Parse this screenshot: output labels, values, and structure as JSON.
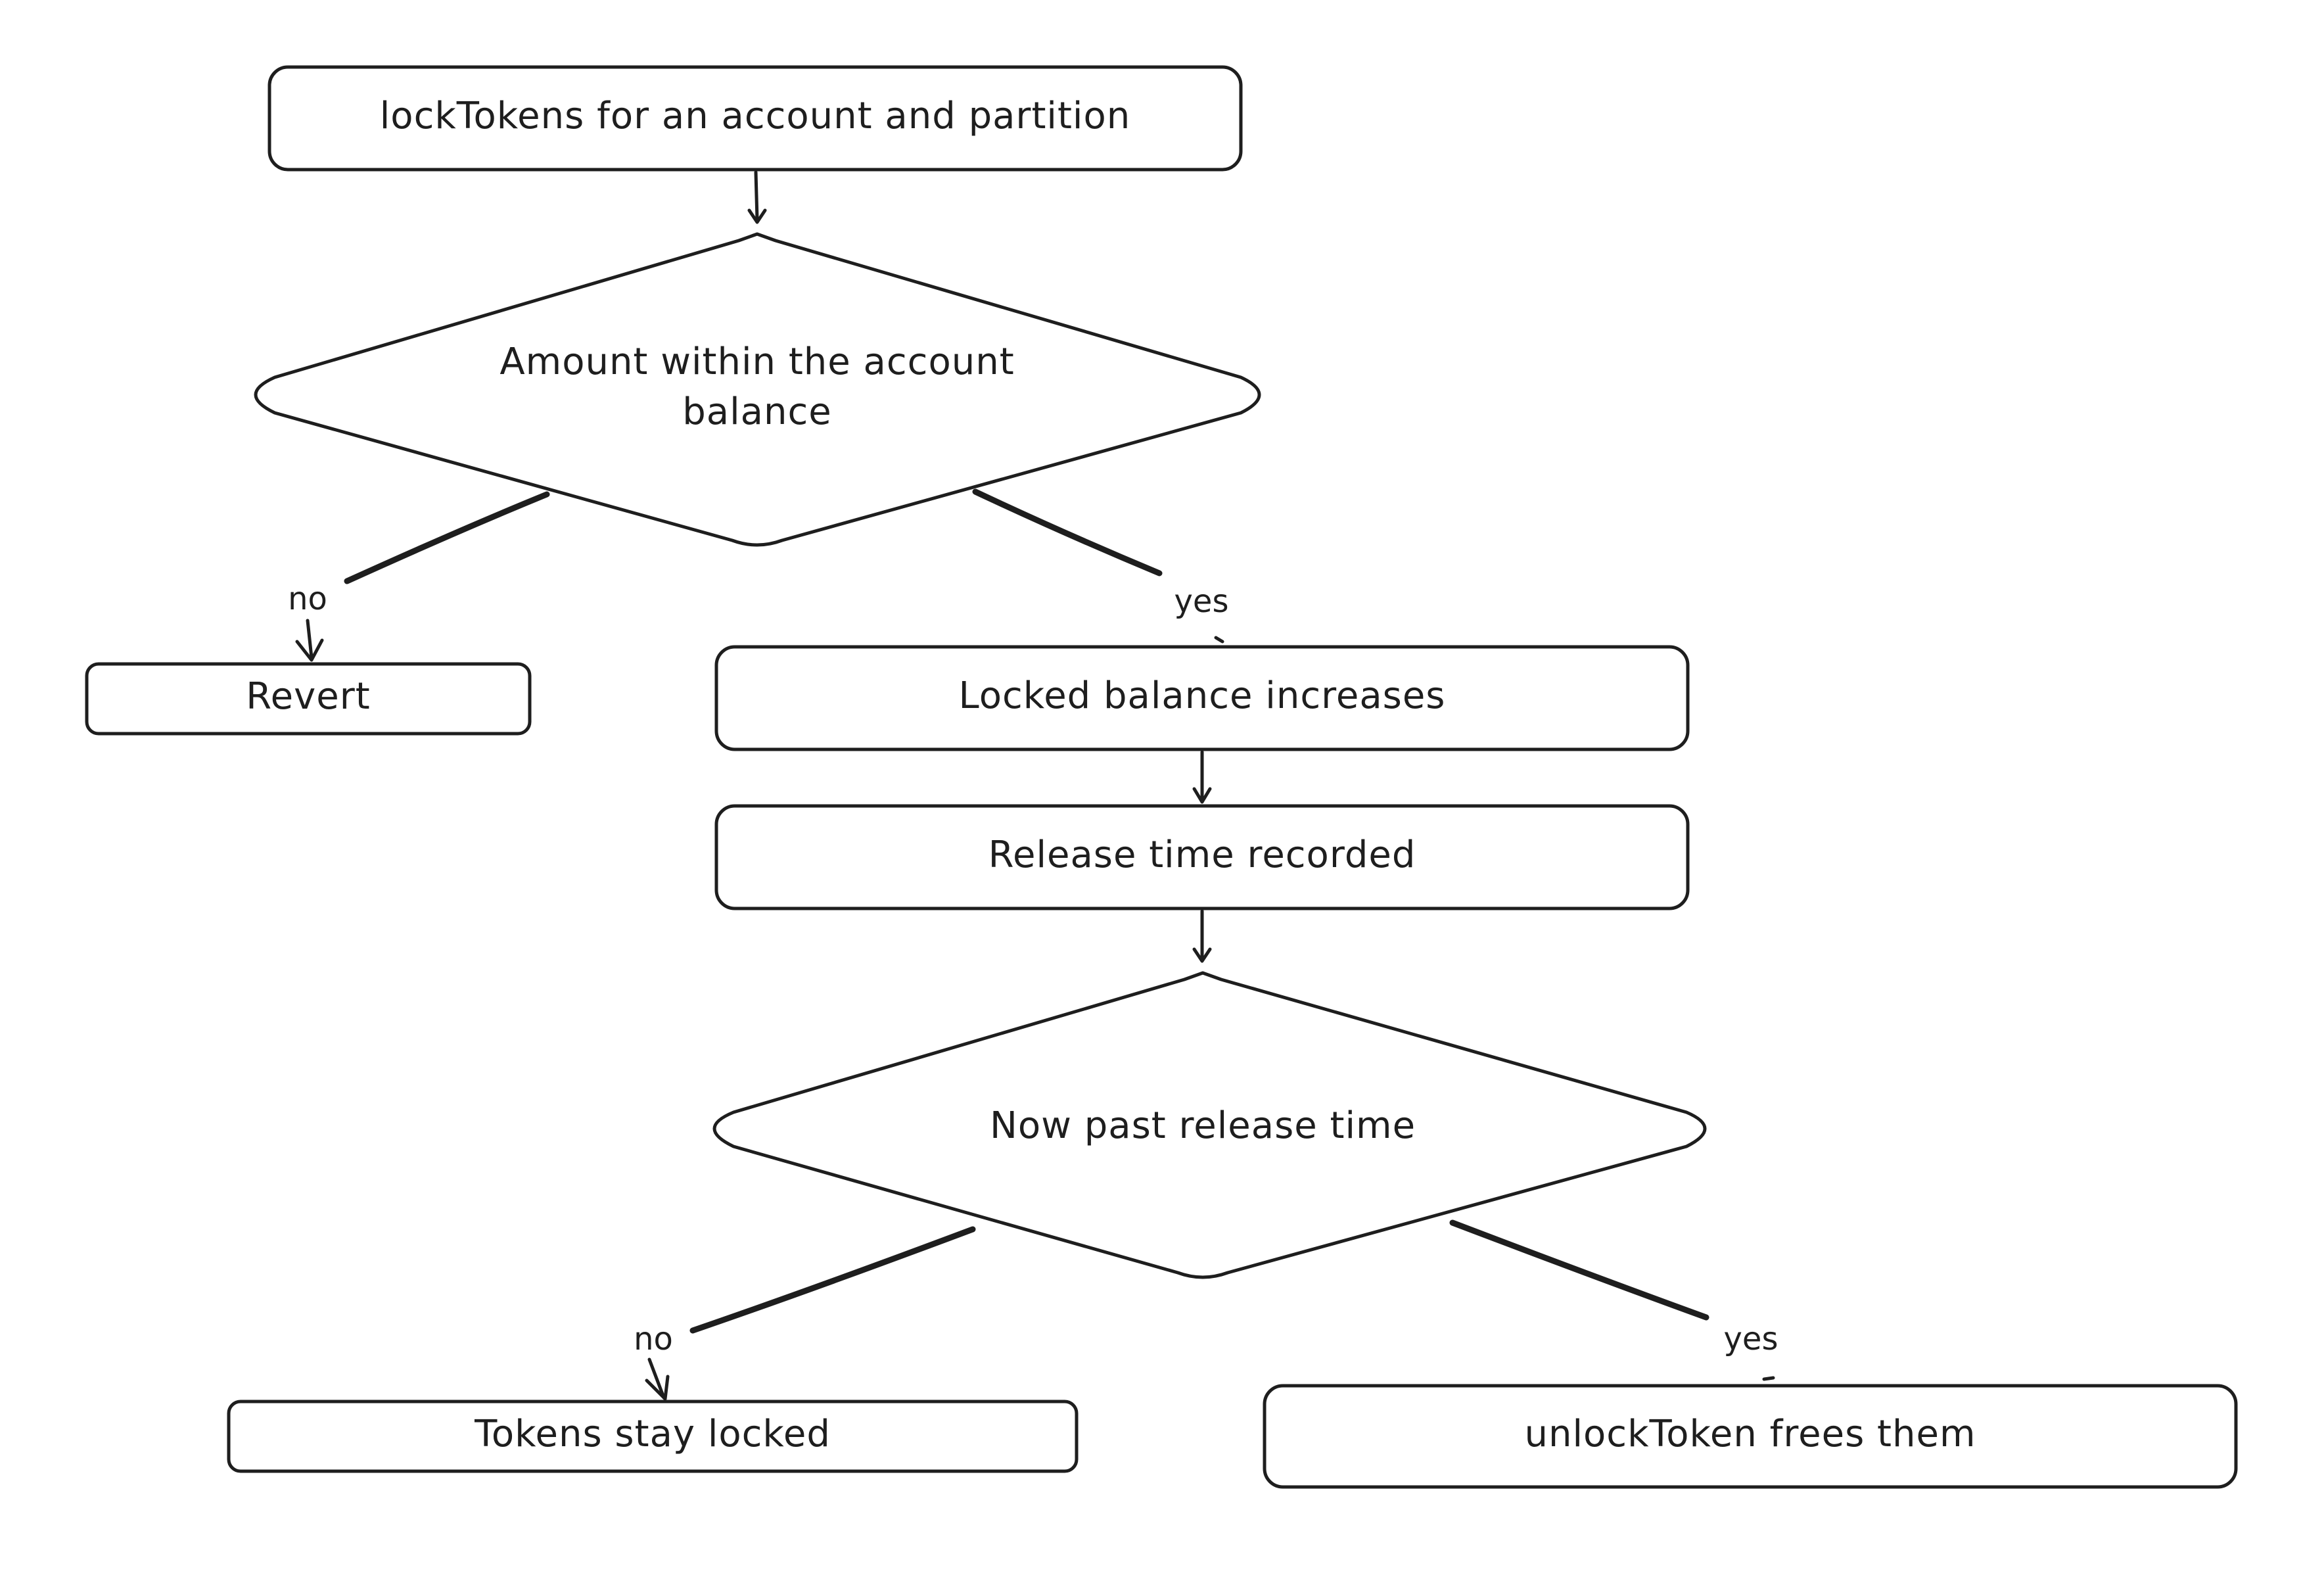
{
  "nodes": {
    "start": "lockTokens for an account and partition",
    "decision_balance": [
      "Amount within the account",
      "balance"
    ],
    "revert": "Revert",
    "locked_increase": "Locked balance increases",
    "release_recorded": "Release time recorded",
    "decision_release": "Now past release time",
    "stay_locked": "Tokens stay locked",
    "unlock": "unlockToken frees them"
  },
  "edges": {
    "balance_no": "no",
    "balance_yes": "yes",
    "release_no": "no",
    "release_yes": "yes"
  },
  "colors": {
    "stroke": "#1e1e1e",
    "background": "#ffffff"
  }
}
